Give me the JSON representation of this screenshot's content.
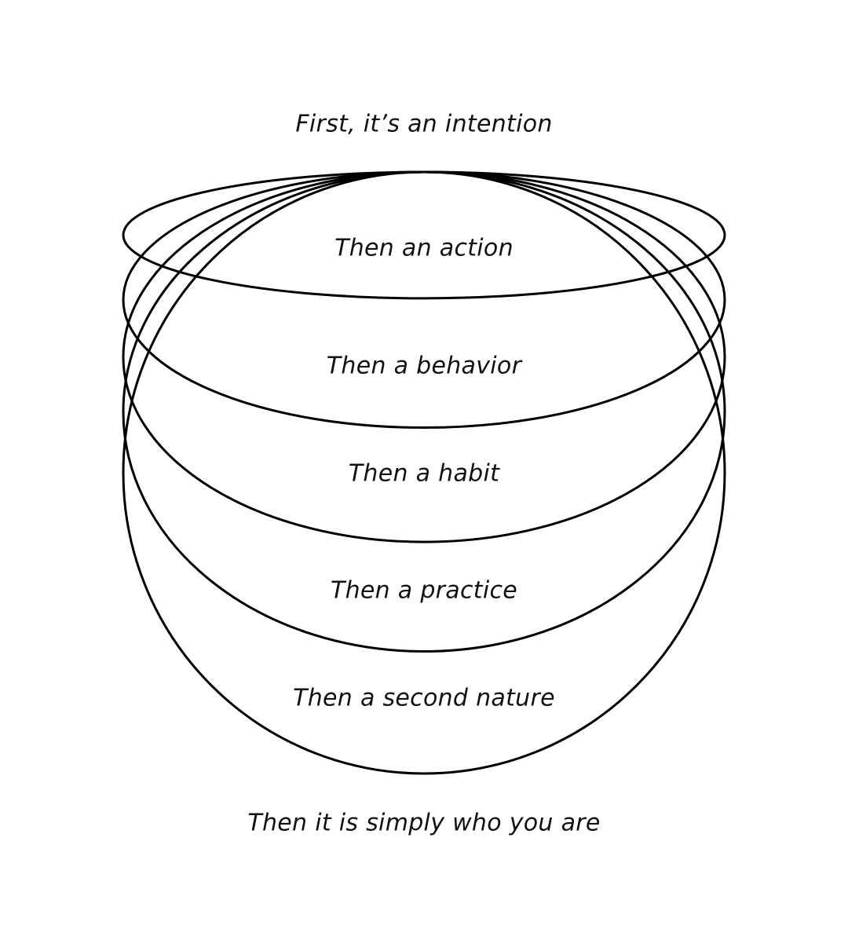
{
  "title_text": "First, it’s an intention",
  "stages": [
    {
      "label": "Then an action",
      "ellipse_depth_ratio": 0.21
    },
    {
      "label": "Then a behavior",
      "ellipse_depth_ratio": 0.425
    },
    {
      "label": "Then a habit",
      "ellipse_depth_ratio": 0.615
    },
    {
      "label": "Then a practice",
      "ellipse_depth_ratio": 0.797
    },
    {
      "label": "Then a second nature",
      "ellipse_depth_ratio": 1.0
    }
  ],
  "footer_text": "Then it is simply who you are",
  "colors": {
    "stroke": "#000000",
    "text": "#111111",
    "background": "#ffffff"
  }
}
